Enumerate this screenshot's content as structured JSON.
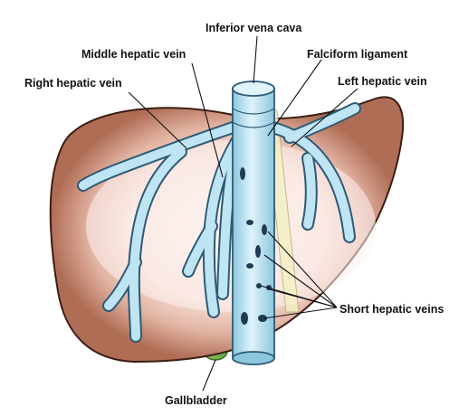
{
  "diagram": {
    "labels": {
      "inferior_vena_cava": "Inferior vena cava",
      "middle_hepatic_vein": "Middle hepatic vein",
      "falciform_ligament": "Falciform ligament",
      "right_hepatic_vein": "Right hepatic vein",
      "left_hepatic_vein": "Left hepatic vein",
      "short_hepatic_veins": "Short hepatic veins",
      "gallbladder": "Gallbladder"
    },
    "colors": {
      "liver_rim": "#b06d55",
      "liver_outline": "#3a1e14",
      "liver_center": "#fdf3f1",
      "vein_fill": "#bfe4f4",
      "vein_outline": "#2e5a74",
      "gallbladder": "#8fc95a",
      "ligament": "#f4efc4"
    }
  }
}
